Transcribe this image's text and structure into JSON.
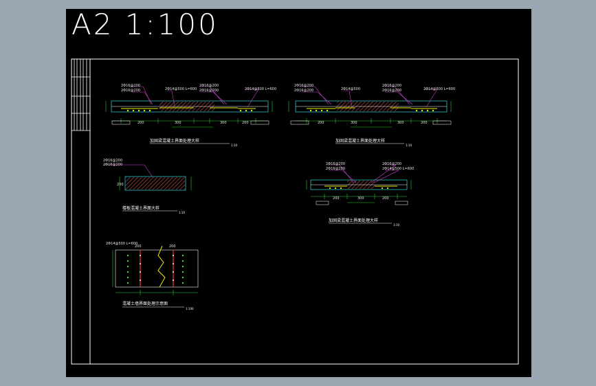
{
  "sheet": {
    "title": "A2  1:100",
    "colors": {
      "background": "#9aa6b2",
      "paper": "#000000",
      "frame": "#ffffff",
      "hatch": "#c8504a",
      "rebar": "#f0f000",
      "leader": "#d040d0",
      "dimension": "#30d030",
      "outline": "#30c0c0"
    }
  },
  "details": {
    "beam_1": {
      "caption": "加固梁混凝土界面处理大样",
      "scale": "1:10"
    },
    "beam_2": {
      "caption": "加固梁混凝土界面处理大样",
      "scale": "1:10"
    },
    "beam_3": {
      "caption": "加固梁混凝土界面处理大样",
      "scale": "1:10"
    },
    "slab": {
      "caption": "楼板混凝土界面大样",
      "scale": "1:10"
    },
    "wall": {
      "caption": "混凝土墙界面处理示意图",
      "scale": "1:100"
    }
  }
}
